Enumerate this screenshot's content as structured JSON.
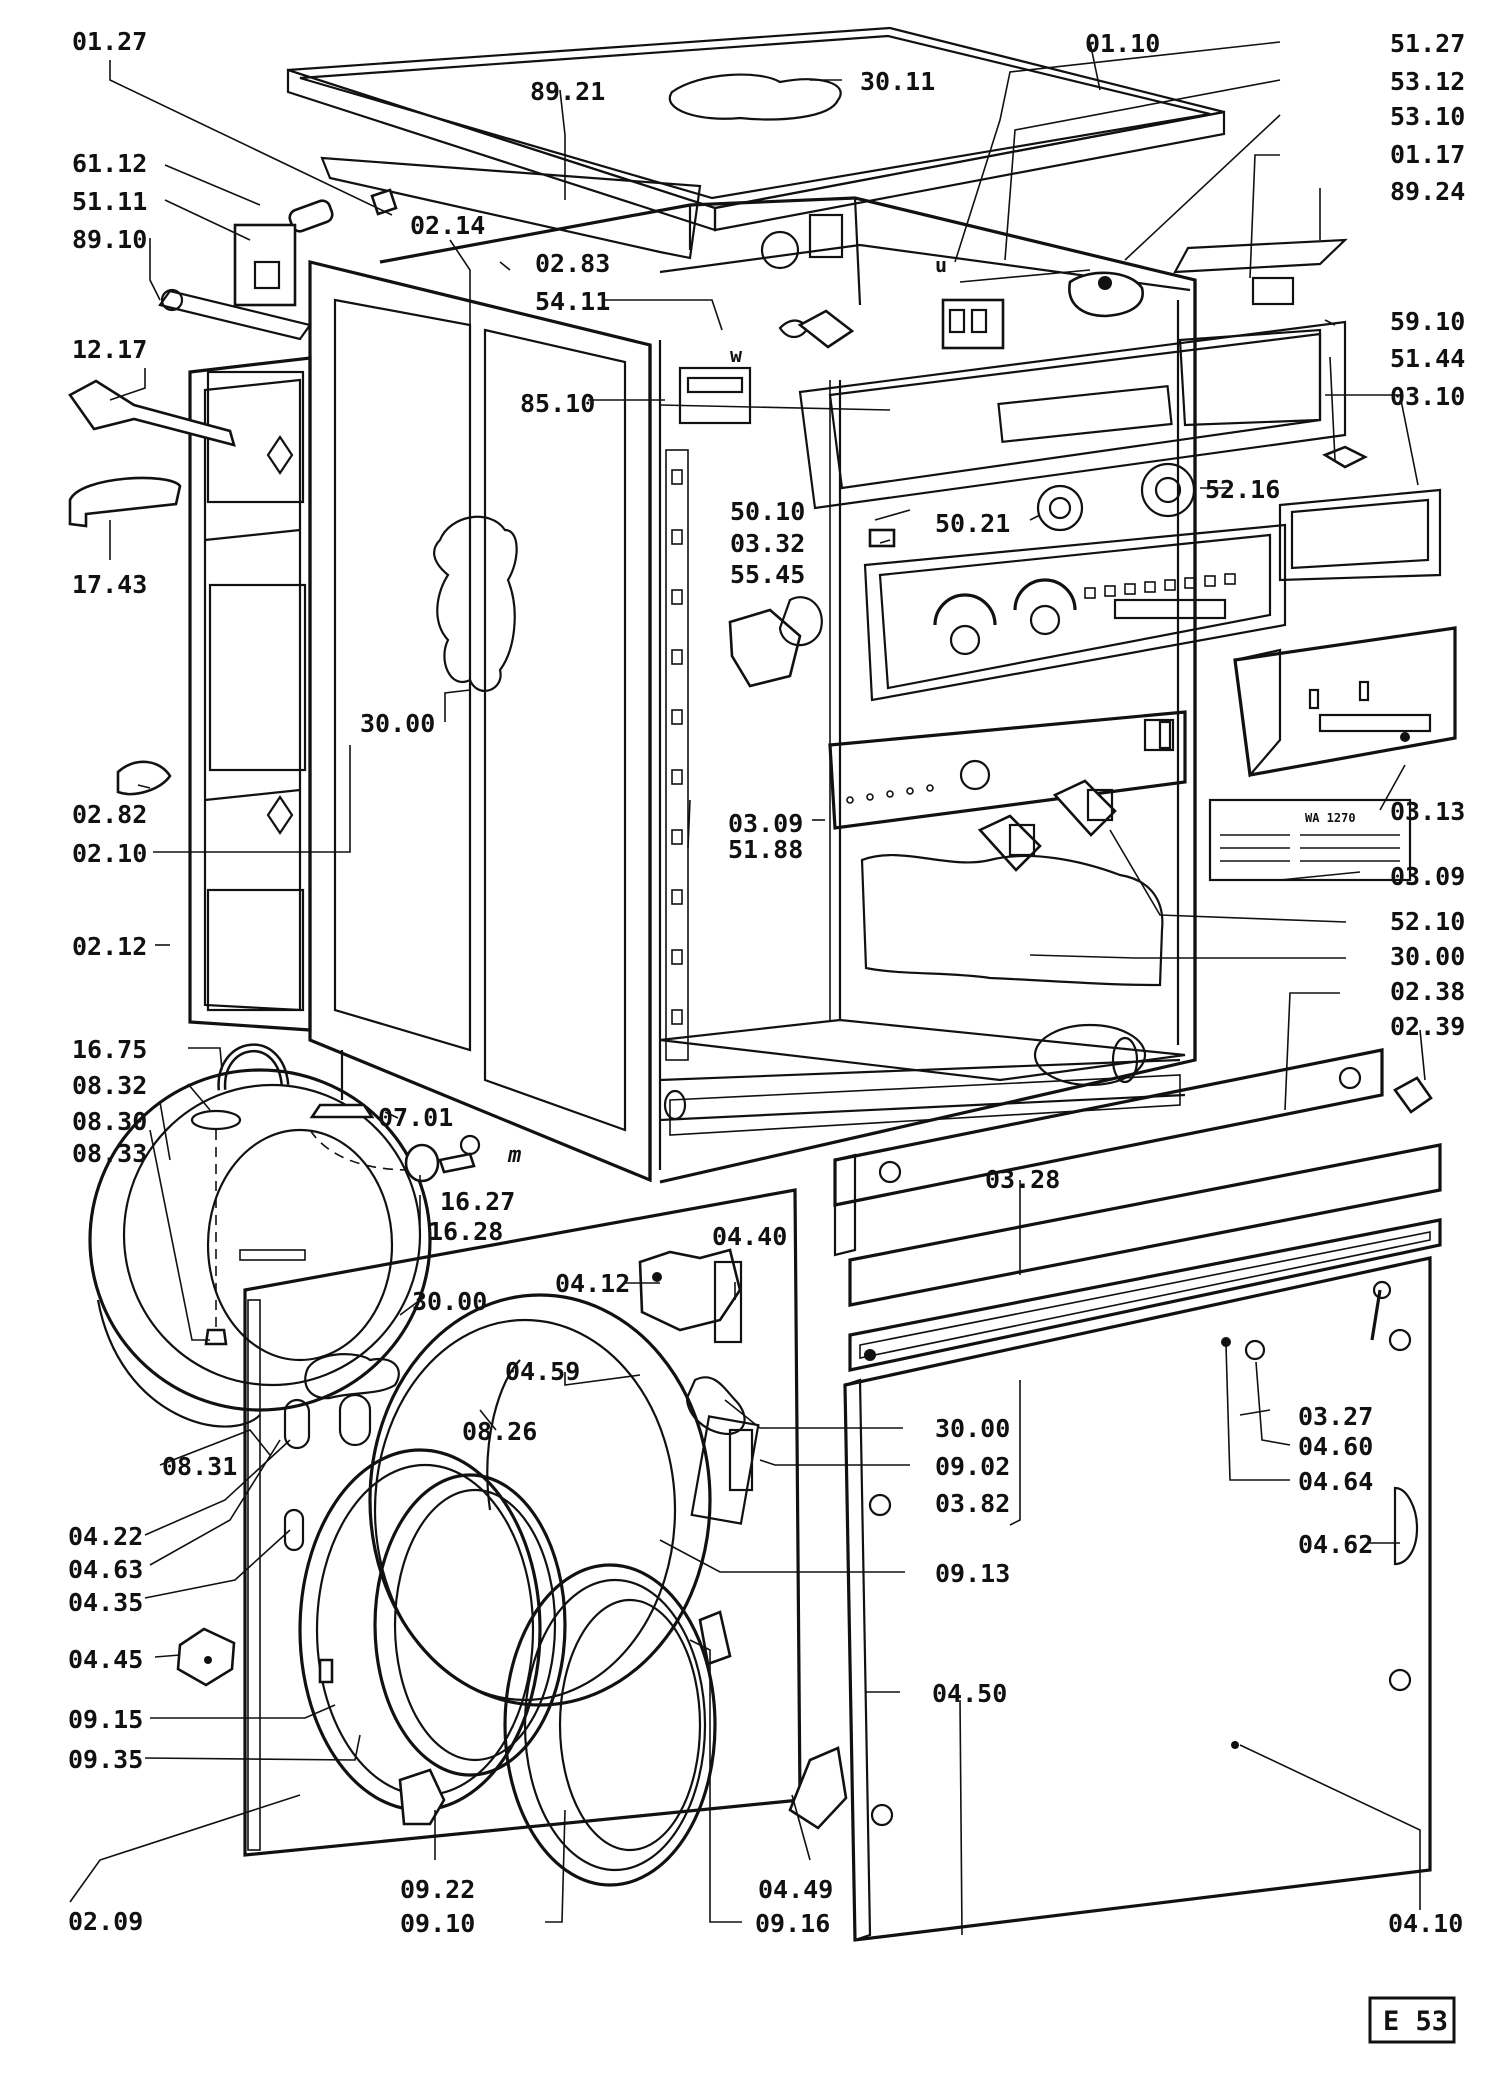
{
  "page_tag": "E 53",
  "callouts": [
    {
      "id": "01.27",
      "label": "01.27"
    },
    {
      "id": "61.12",
      "label": "61.12"
    },
    {
      "id": "51.11",
      "label": "51.11"
    },
    {
      "id": "89.10",
      "label": "89.10"
    },
    {
      "id": "12.17",
      "label": "12.17"
    },
    {
      "id": "17.43",
      "label": "17.43"
    },
    {
      "id": "02.82",
      "label": "02.82"
    },
    {
      "id": "02.10",
      "label": "02.10"
    },
    {
      "id": "02.12",
      "label": "02.12"
    },
    {
      "id": "16.75",
      "label": "16.75"
    },
    {
      "id": "08.32",
      "label": "08.32"
    },
    {
      "id": "08.30",
      "label": "08.30"
    },
    {
      "id": "08.33",
      "label": "08.33"
    },
    {
      "id": "08.31",
      "label": "08.31"
    },
    {
      "id": "04.22",
      "label": "04.22"
    },
    {
      "id": "04.63",
      "label": "04.63"
    },
    {
      "id": "04.35",
      "label": "04.35"
    },
    {
      "id": "04.45",
      "label": "04.45"
    },
    {
      "id": "09.15",
      "label": "09.15"
    },
    {
      "id": "09.35",
      "label": "09.35"
    },
    {
      "id": "02.09",
      "label": "02.09"
    },
    {
      "id": "89.21",
      "label": "89.21"
    },
    {
      "id": "02.14",
      "label": "02.14"
    },
    {
      "id": "02.83",
      "label": "02.83"
    },
    {
      "id": "54.11",
      "label": "54.11"
    },
    {
      "id": "85.10",
      "label": "85.10"
    },
    {
      "id": "30.00-side",
      "label": "30.00"
    },
    {
      "id": "30.11",
      "label": "30.11"
    },
    {
      "id": "01.10",
      "label": "01.10"
    },
    {
      "id": "51.27",
      "label": "51.27"
    },
    {
      "id": "53.12",
      "label": "53.12"
    },
    {
      "id": "53.10",
      "label": "53.10"
    },
    {
      "id": "01.17",
      "label": "01.17"
    },
    {
      "id": "89.24",
      "label": "89.24"
    },
    {
      "id": "59.10",
      "label": "59.10"
    },
    {
      "id": "51.44",
      "label": "51.44"
    },
    {
      "id": "03.10",
      "label": "03.10"
    },
    {
      "id": "52.16",
      "label": "52.16"
    },
    {
      "id": "50.10",
      "label": "50.10"
    },
    {
      "id": "50.21",
      "label": "50.21"
    },
    {
      "id": "03.32",
      "label": "03.32"
    },
    {
      "id": "55.45",
      "label": "55.45"
    },
    {
      "id": "03.13",
      "label": "03.13"
    },
    {
      "id": "03.09-panel",
      "label": "03.09"
    },
    {
      "id": "51.88",
      "label": "51.88"
    },
    {
      "id": "03.09-plate",
      "label": "03.09"
    },
    {
      "id": "52.10",
      "label": "52.10"
    },
    {
      "id": "30.00-base",
      "label": "30.00"
    },
    {
      "id": "02.38",
      "label": "02.38"
    },
    {
      "id": "02.39",
      "label": "02.39"
    },
    {
      "id": "07.01",
      "label": "07.01"
    },
    {
      "id": "16.27",
      "label": "16.27"
    },
    {
      "id": "16.28",
      "label": "16.28"
    },
    {
      "id": "03.28",
      "label": "03.28"
    },
    {
      "id": "04.40",
      "label": "04.40"
    },
    {
      "id": "04.12",
      "label": "04.12"
    },
    {
      "id": "30.00-front",
      "label": "30.00"
    },
    {
      "id": "04.59",
      "label": "04.59"
    },
    {
      "id": "08.26",
      "label": "08.26"
    },
    {
      "id": "30.00-hinge",
      "label": "30.00"
    },
    {
      "id": "09.02",
      "label": "09.02"
    },
    {
      "id": "03.82",
      "label": "03.82"
    },
    {
      "id": "09.13",
      "label": "09.13"
    },
    {
      "id": "03.27",
      "label": "03.27"
    },
    {
      "id": "04.60",
      "label": "04.60"
    },
    {
      "id": "04.64",
      "label": "04.64"
    },
    {
      "id": "04.62",
      "label": "04.62"
    },
    {
      "id": "04.50",
      "label": "04.50"
    },
    {
      "id": "04.49",
      "label": "04.49"
    },
    {
      "id": "09.22",
      "label": "09.22"
    },
    {
      "id": "09.10",
      "label": "09.10"
    },
    {
      "id": "09.16",
      "label": "09.16"
    },
    {
      "id": "04.10",
      "label": "04.10"
    }
  ],
  "wire_marks": {
    "u": "u",
    "w": "w",
    "m": "m"
  },
  "rating_plate_text": "WA 1270"
}
